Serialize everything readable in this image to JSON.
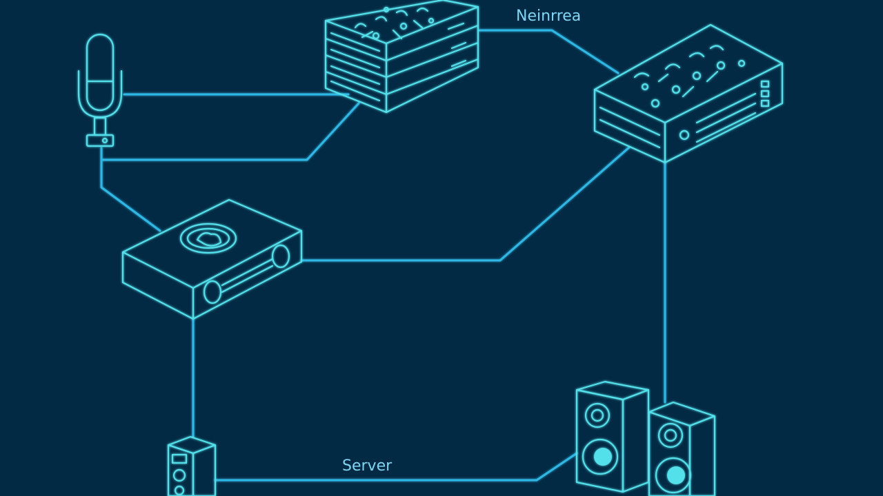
{
  "colors": {
    "background": "#032a44",
    "line": "#2fb8e6",
    "accent": "#53e0ea",
    "label": "#7fd6f2"
  },
  "labels": {
    "top_right": "Neinrrea",
    "bottom": "Server"
  },
  "nodes": [
    {
      "name": "microphone",
      "icon": "microphone-icon"
    },
    {
      "name": "rack-server-top",
      "icon": "rack-server-icon"
    },
    {
      "name": "network-switch-right",
      "icon": "network-switch-icon"
    },
    {
      "name": "hub-box-left",
      "icon": "hub-box-icon"
    },
    {
      "name": "speaker-pair",
      "icon": "speaker-icon"
    },
    {
      "name": "small-tower",
      "icon": "tower-icon"
    }
  ]
}
